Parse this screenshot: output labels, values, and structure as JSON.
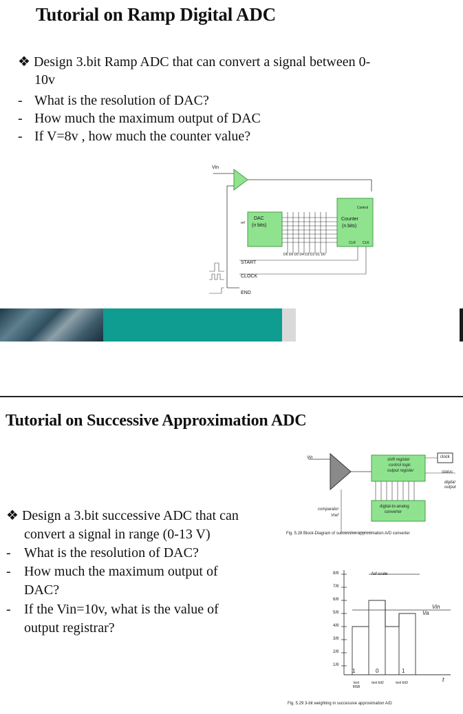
{
  "slide1": {
    "title": "Tutorial on Ramp Digital ADC",
    "bullet_marker": "❖",
    "bullet": "Design 3.bit Ramp ADC that can convert a signal between 0-",
    "bullet_cont": "10v",
    "dash": "-",
    "questions": [
      "What is the resolution of DAC?",
      "How much the maximum output of DAC",
      "If V=8v , how much the counter value?"
    ],
    "diagram": {
      "vin": "Vin",
      "dac_label": "DAC",
      "dac_bits": "(n bits)",
      "ref": "ref",
      "counter_label": "Counter",
      "counter_bits": "(n bits)",
      "control": "Control",
      "clr": "CLR",
      "clk": "CLK",
      "bit_labels": "D6 D6 D5 D4 D3 D2 D1 D0",
      "start": "START",
      "clock": "CLOCK",
      "end": "END"
    }
  },
  "slide2": {
    "title": "Tutorial on Successive Approximation ADC",
    "bullet_marker": "❖",
    "bullet_lines": [
      "Design a 3.bit successive ADC that can",
      "convert a signal in range (0-13 V)"
    ],
    "dash": "-",
    "q1": "What is the resolution of DAC?",
    "q2_lines": [
      "How much the maximum output of",
      "DAC?"
    ],
    "q3_lines": [
      "If the Vin=10v, what is the value of",
      "output registrar?"
    ],
    "block": {
      "vin": "Vin",
      "comparator": "comparator",
      "shift_register": [
        "shift register",
        "control logic",
        "output register"
      ],
      "clock": "clock",
      "status": "status",
      "digital_output": [
        "digital",
        "output"
      ],
      "dac": [
        "digital-to-analog",
        "converter"
      ],
      "vref": "Vref",
      "caption": "Fig. 5.28  Block-Diagram of successive-approximation A/D converter"
    },
    "weighting": {
      "y_ticks": [
        "8/8",
        "7/8",
        "6/8",
        "5/8",
        "4/8",
        "3/8",
        "2/8",
        "1/8"
      ],
      "full_scale": "full scale",
      "vin": "Vin",
      "va": "Va",
      "t": "t",
      "bits": [
        "1",
        "0",
        "1"
      ],
      "tests": [
        "test MSB",
        "test bit2",
        "test bit3"
      ],
      "caption": "Fig. 5.29  3-bit weighting in successive approximation A/D"
    }
  }
}
